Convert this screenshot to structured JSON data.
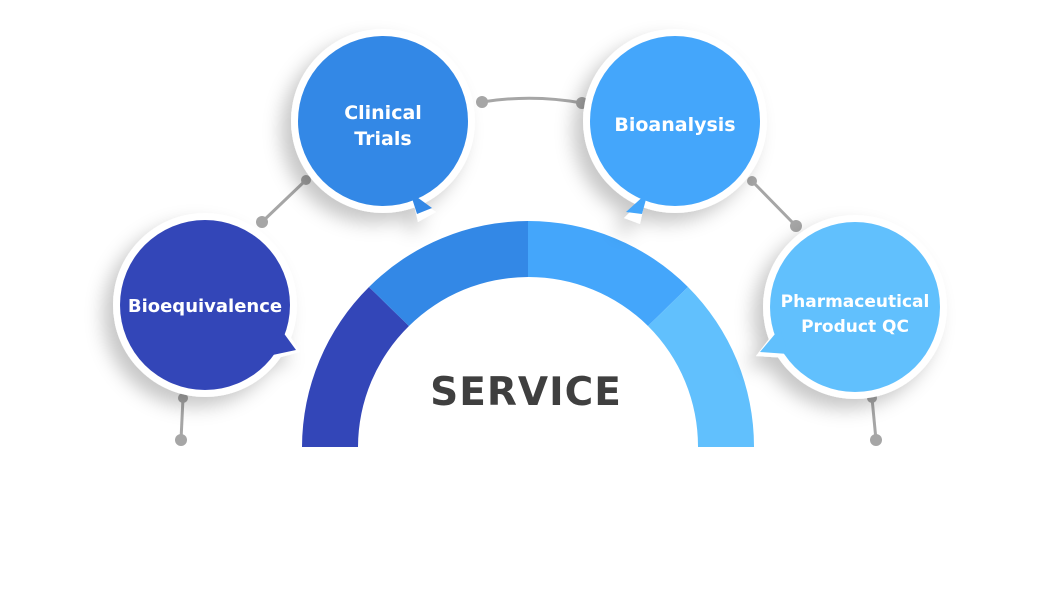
{
  "center": {
    "title": "SERVICE"
  },
  "services": [
    {
      "line1": "Bioequivalence",
      "line2": ""
    },
    {
      "line1": "Clinical",
      "line2": "Trials"
    },
    {
      "line1": "Bioanalysis",
      "line2": ""
    },
    {
      "line1": "Pharmaceutical",
      "line2": "Product QC"
    }
  ],
  "colors": {
    "bioequivalence": "#3346b8",
    "clinical_trials": "#3388e6",
    "bioanalysis": "#44a6fb",
    "product_qc": "#61c0fd",
    "connector": "#a6a6a6",
    "center_text": "#3f3f3f"
  }
}
